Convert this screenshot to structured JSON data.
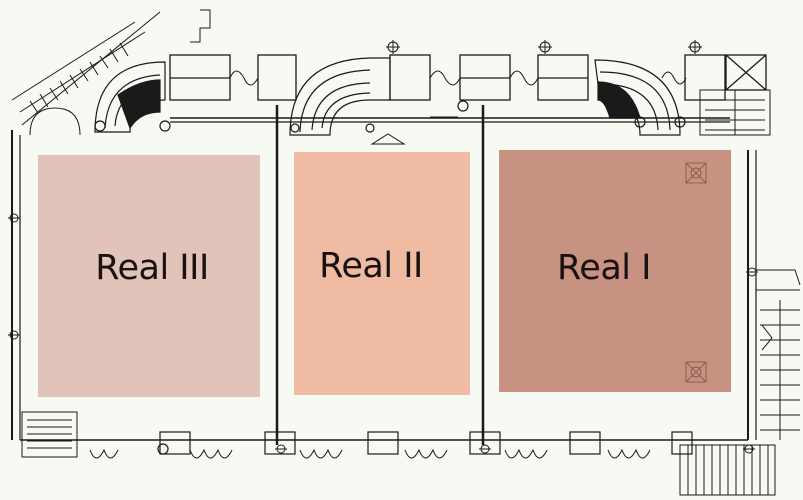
{
  "rooms": [
    {
      "id": "real-iii",
      "label": "Real III",
      "color": "#e2c3b9"
    },
    {
      "id": "real-ii",
      "label": "Real II",
      "color": "#efbca3"
    },
    {
      "id": "real-i",
      "label": "Real I",
      "color": "#c79282"
    }
  ],
  "colors": {
    "background": "#f7faf2",
    "linework": "#1a1a1a"
  }
}
